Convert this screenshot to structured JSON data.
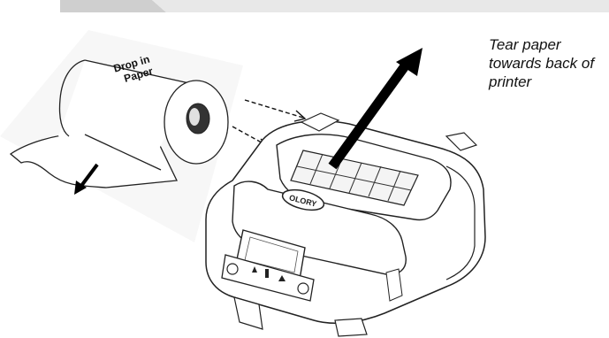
{
  "roll_label": [
    "Drop in",
    "Paper"
  ],
  "printer_brand": "OLORY",
  "caption": {
    "lines": [
      "Tear paper",
      "towards back of",
      "printer"
    ]
  },
  "colors": {
    "band_left": "#cfcfcf",
    "band_right": "#e6e6e6",
    "line": "#222222",
    "arrow": "#000000"
  }
}
